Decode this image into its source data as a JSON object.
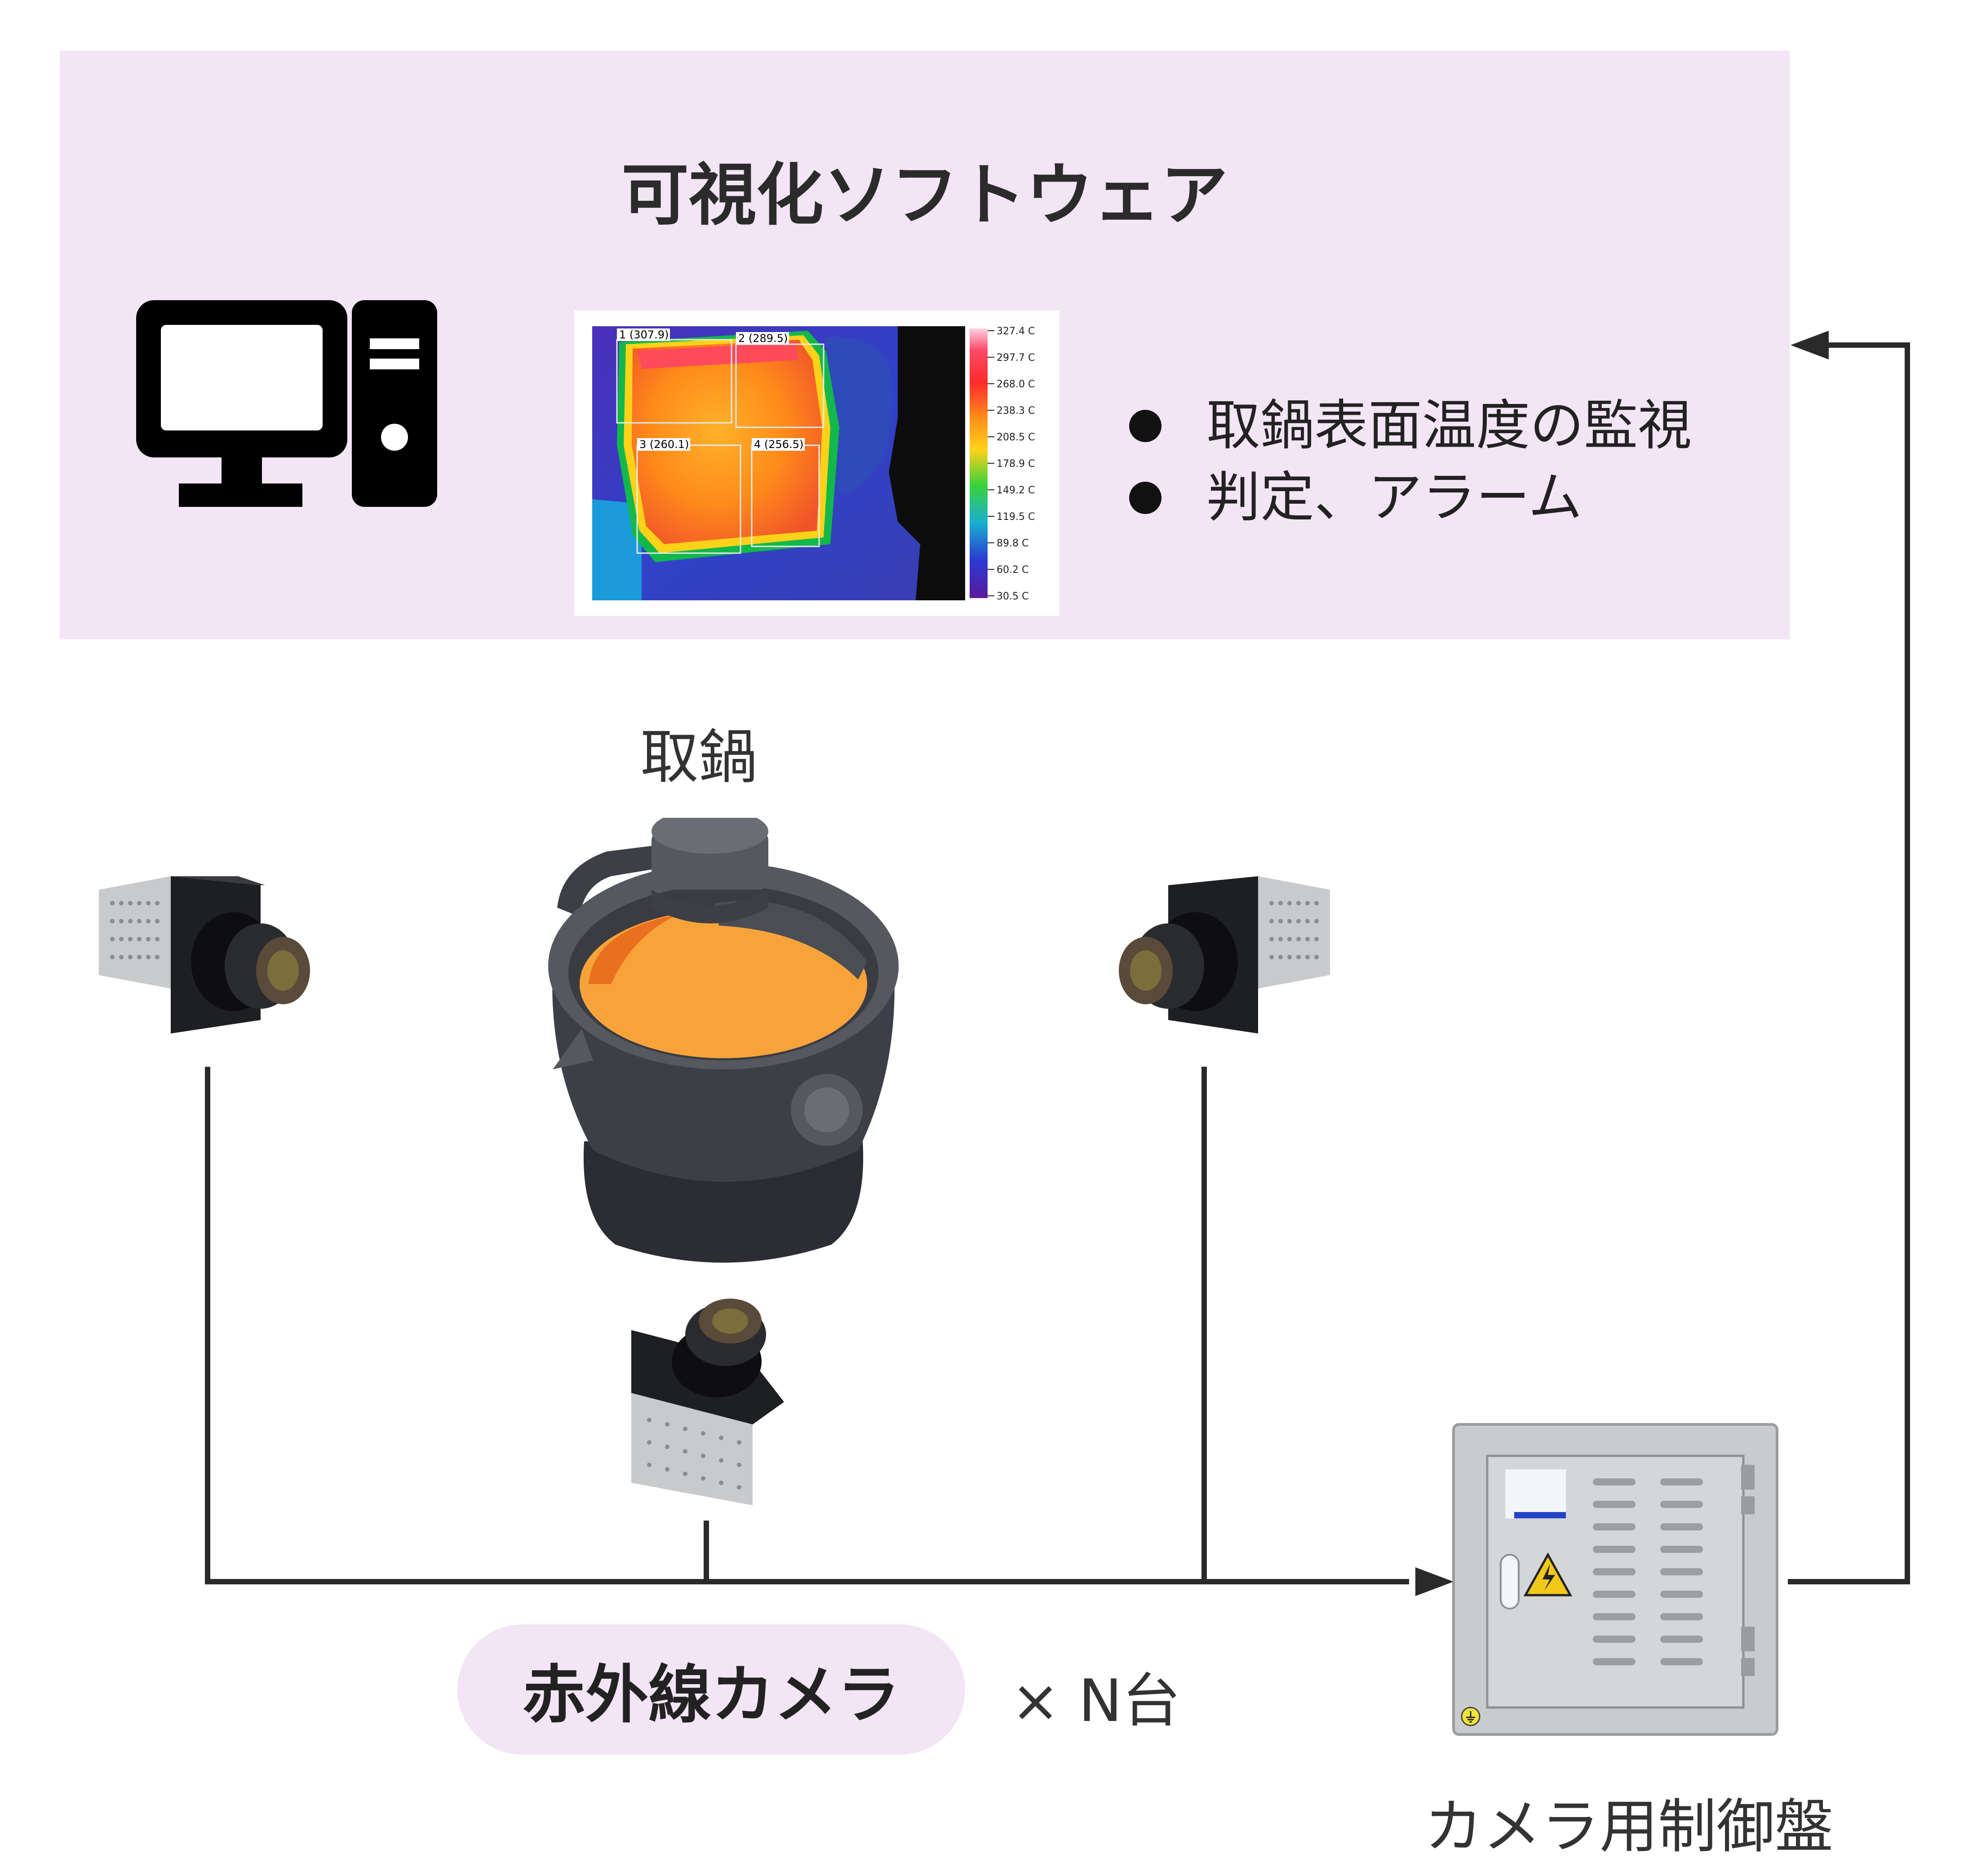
{
  "software": {
    "title": "可視化ソフトウェア",
    "features": [
      "取鍋表面温度の監視",
      "判定、アラーム"
    ]
  },
  "thermal_image": {
    "rois": [
      "1 (307.9)",
      "2 (289.5)",
      "3 (260.1)",
      "4 (256.5)"
    ],
    "scale": [
      "327.4 C",
      "297.7 C",
      "268.0 C",
      "238.3 C",
      "208.5 C",
      "178.9 C",
      "149.2 C",
      "119.5 C",
      "89.8 C",
      "60.2 C",
      "30.5 C"
    ]
  },
  "ladle": {
    "label": "取鍋"
  },
  "cameras": {
    "label": "赤外線カメラ",
    "count": "× N台"
  },
  "control_panel": {
    "label": "カメラ用制御盤"
  },
  "colors": {
    "panel_bg": "#f3e5f5",
    "line": "#2a2a2a",
    "molten_metal": "#f7a33a",
    "ladle_body": "#3c3f45"
  }
}
